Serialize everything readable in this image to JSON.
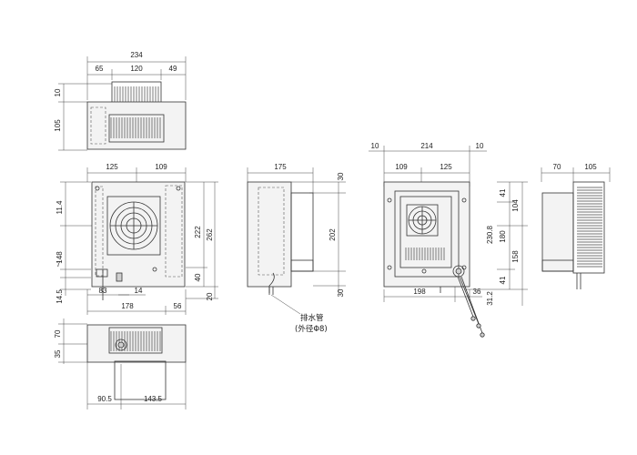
{
  "top_view": {
    "dims": [
      "234",
      "65",
      "120",
      "49",
      "10",
      "105"
    ]
  },
  "front_view": {
    "dims": [
      "125",
      "109",
      "11.4",
      "222",
      "262",
      "148",
      "7",
      "40",
      "14.5",
      "83",
      "14",
      "178",
      "56",
      "20"
    ]
  },
  "bottom_view": {
    "dims": [
      "70",
      "35",
      "90.5",
      "143.5"
    ]
  },
  "side_view": {
    "dims": [
      "175",
      "30",
      "202",
      "30"
    ],
    "drain_label_line1": "排水管",
    "drain_label_line2": "(外径Φ8)"
  },
  "back_view": {
    "dims": [
      "10",
      "214",
      "10",
      "109",
      "125",
      "41",
      "104",
      "230.8",
      "180",
      "158",
      "41",
      "198",
      "36",
      "31.2"
    ]
  },
  "right_view": {
    "dims": [
      "70",
      "105"
    ]
  }
}
